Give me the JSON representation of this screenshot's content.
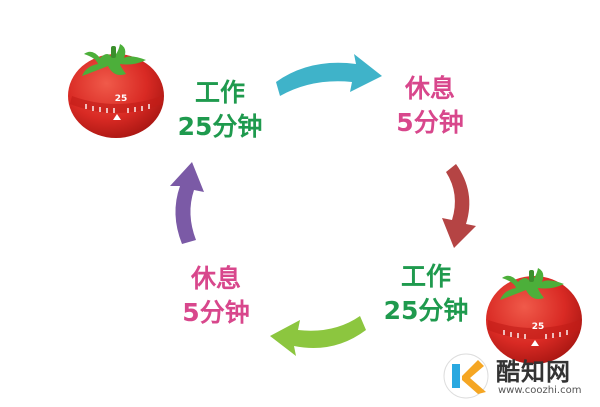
{
  "steps": [
    {
      "title": "工作",
      "duration": "25分钟",
      "color": "#1f9a4e"
    },
    {
      "title": "休息",
      "duration": "5分钟",
      "color": "#d8478c"
    },
    {
      "title": "工作",
      "duration": "25分钟",
      "color": "#1f9a4e"
    },
    {
      "title": "休息",
      "duration": "5分钟",
      "color": "#d8478c"
    }
  ],
  "arrows": [
    {
      "color": "#3fb3c9"
    },
    {
      "color": "#b54444"
    },
    {
      "color": "#8cc63f"
    },
    {
      "color": "#7b5aa6"
    }
  ],
  "timer": {
    "dial_number": "25"
  },
  "watermark": {
    "name": "酷知网",
    "url": "www.coozhi.com"
  }
}
